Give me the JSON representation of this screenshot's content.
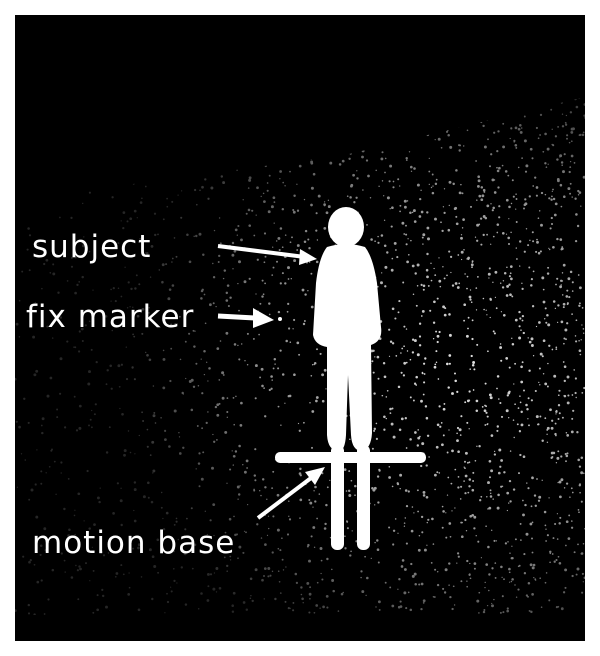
{
  "figure": {
    "background_color": "#000000",
    "foreground_color": "#ffffff",
    "labels": {
      "subject": "subject",
      "fix_marker": "fix marker",
      "motion_base": "motion base"
    },
    "icons": [
      "subject-silhouette",
      "motion-base-cross",
      "fix-marker-dot",
      "arrow"
    ]
  }
}
